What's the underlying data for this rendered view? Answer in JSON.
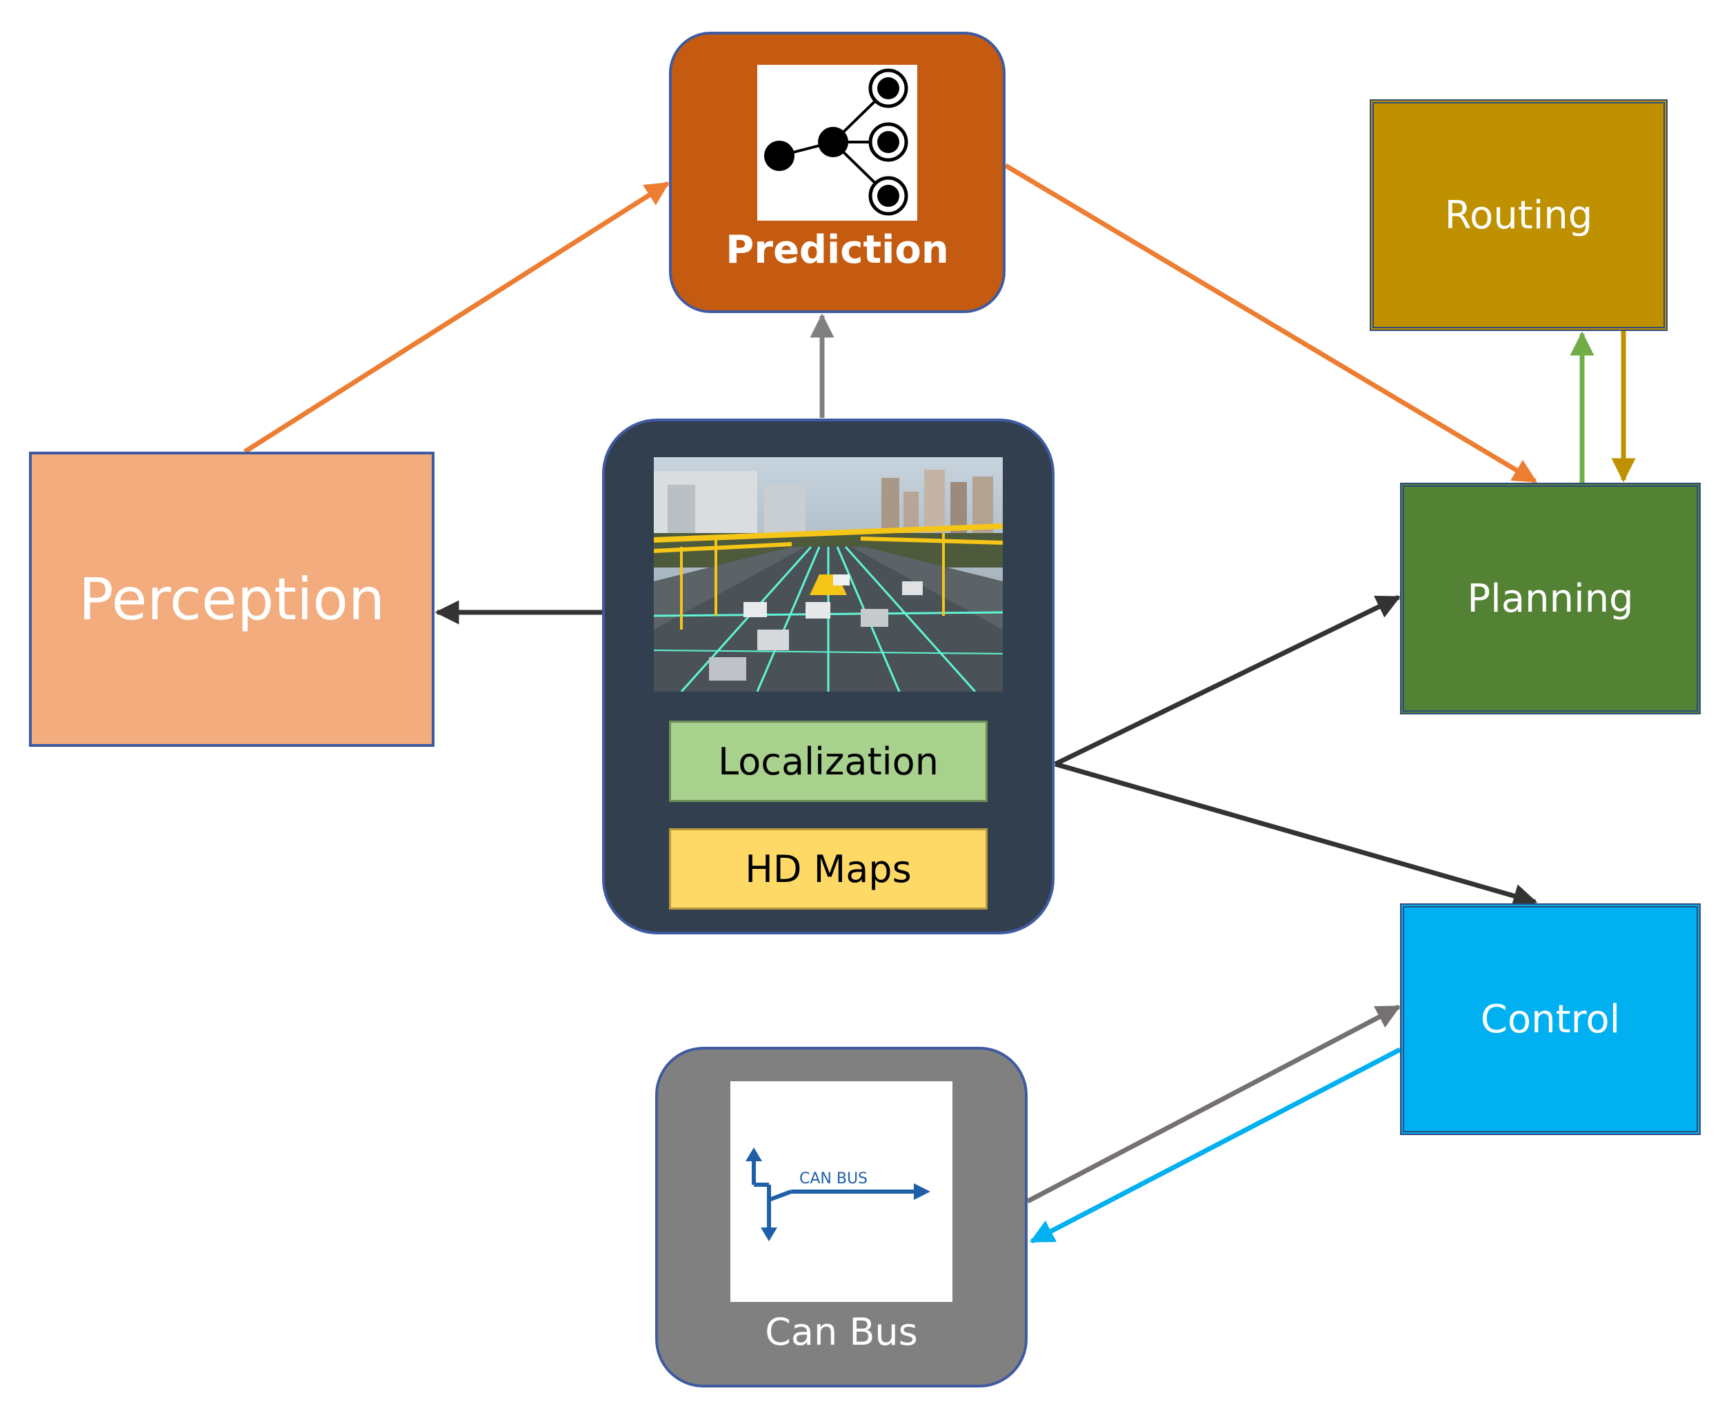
{
  "nodes": {
    "perception": {
      "label": "Perception",
      "color": "#f2ac7d"
    },
    "prediction": {
      "label": "Prediction",
      "color": "#c55a11",
      "icon": "graph-nodes-icon"
    },
    "localization_block": {
      "image": "road-lane-map-photo",
      "localization": "Localization",
      "hd_maps": "HD Maps",
      "color": "#323f4f"
    },
    "routing": {
      "label": "Routing",
      "color": "#bf9000"
    },
    "planning": {
      "label": "Planning",
      "color": "#548235"
    },
    "control": {
      "label": "Control",
      "color": "#00b0f0"
    },
    "can_bus": {
      "label": "Can Bus",
      "icon_text": "CAN BUS",
      "color": "#808080",
      "icon": "can-bus-icon"
    }
  },
  "edges": [
    {
      "from": "localization_block",
      "to": "perception",
      "color": "#333333"
    },
    {
      "from": "localization_block",
      "to": "prediction",
      "color": "#808080"
    },
    {
      "from": "perception",
      "to": "prediction",
      "color": "#ed7d31"
    },
    {
      "from": "prediction",
      "to": "planning",
      "color": "#ed7d31"
    },
    {
      "from": "localization_block",
      "to": "planning",
      "color": "#333333"
    },
    {
      "from": "localization_block",
      "to": "control",
      "color": "#333333"
    },
    {
      "from": "planning",
      "to": "routing",
      "color": "#70ad47"
    },
    {
      "from": "routing",
      "to": "planning",
      "color": "#bf9000"
    },
    {
      "from": "can_bus",
      "to": "control",
      "color": "#767171"
    },
    {
      "from": "control",
      "to": "can_bus",
      "color": "#00b0f0"
    }
  ]
}
